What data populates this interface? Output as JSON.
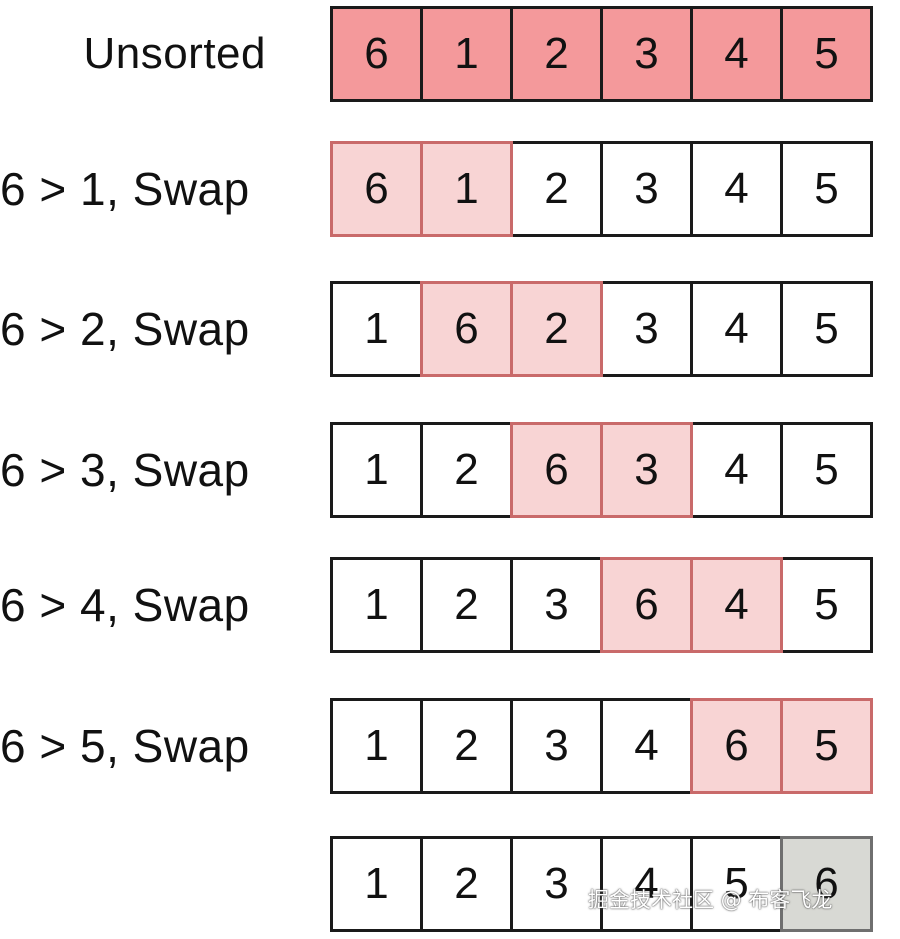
{
  "rows": [
    {
      "label": "Unsorted",
      "cells": [
        "6",
        "1",
        "2",
        "3",
        "4",
        "5"
      ]
    },
    {
      "label": "6 > 1, Swap",
      "cells": [
        "6",
        "1",
        "2",
        "3",
        "4",
        "5"
      ]
    },
    {
      "label": "6 > 2, Swap",
      "cells": [
        "1",
        "6",
        "2",
        "3",
        "4",
        "5"
      ]
    },
    {
      "label": "6 > 3, Swap",
      "cells": [
        "1",
        "2",
        "6",
        "3",
        "4",
        "5"
      ]
    },
    {
      "label": "6 > 4, Swap",
      "cells": [
        "1",
        "2",
        "3",
        "6",
        "4",
        "5"
      ]
    },
    {
      "label": "6 > 5, Swap",
      "cells": [
        "1",
        "2",
        "3",
        "4",
        "6",
        "5"
      ]
    },
    {
      "label": "",
      "cells": [
        "1",
        "2",
        "3",
        "4",
        "5",
        "6"
      ]
    }
  ],
  "colors": {
    "unsorted": "#f4999b",
    "swap": "#f8d4d4",
    "sorted": "#d8d9d4",
    "border": "#1a1a1a"
  },
  "watermark": "掘金技术社区 @ 布客飞龙"
}
